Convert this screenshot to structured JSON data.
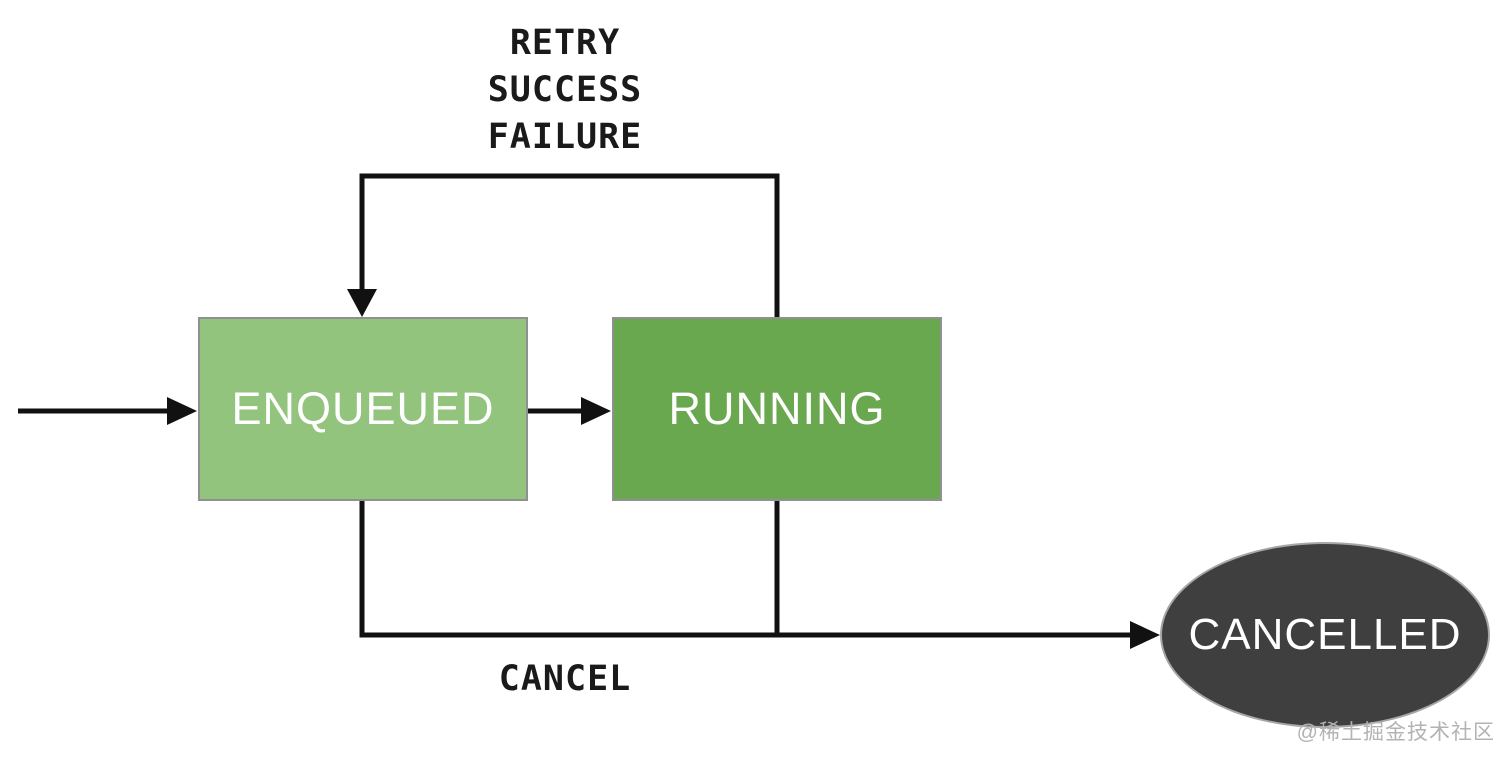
{
  "diagram": {
    "type": "state-machine",
    "nodes": [
      {
        "id": "enqueued",
        "label": "ENQUEUED",
        "shape": "rectangle",
        "fill": "#93C47D",
        "text_color": "#FFFFFF"
      },
      {
        "id": "running",
        "label": "RUNNING",
        "shape": "rectangle",
        "fill": "#6AA84F",
        "text_color": "#FFFFFF"
      },
      {
        "id": "cancelled",
        "label": "CANCELLED",
        "shape": "ellipse",
        "fill": "#3F3F3F",
        "text_color": "#FFFFFF"
      }
    ],
    "edge_labels": {
      "retry": "RETRY",
      "success": "SUCCESS",
      "failure": "FAILURE",
      "cancel": "CANCEL"
    },
    "edges": [
      {
        "from": "start",
        "to": "enqueued",
        "labels": []
      },
      {
        "from": "enqueued",
        "to": "running",
        "labels": []
      },
      {
        "from": "running",
        "to": "enqueued",
        "labels": [
          "RETRY",
          "SUCCESS",
          "FAILURE"
        ]
      },
      {
        "from": "enqueued",
        "to": "cancelled",
        "labels": [
          "CANCEL"
        ]
      },
      {
        "from": "running",
        "to": "cancelled",
        "labels": [
          "CANCEL"
        ]
      }
    ],
    "colors": {
      "line": "#111111",
      "node_border": "#909090",
      "ellipse_border": "#A6A6A6",
      "label_text": "#1A1A1A",
      "background": "#FFFFFF"
    }
  },
  "watermark": "@稀土掘金技术社区"
}
